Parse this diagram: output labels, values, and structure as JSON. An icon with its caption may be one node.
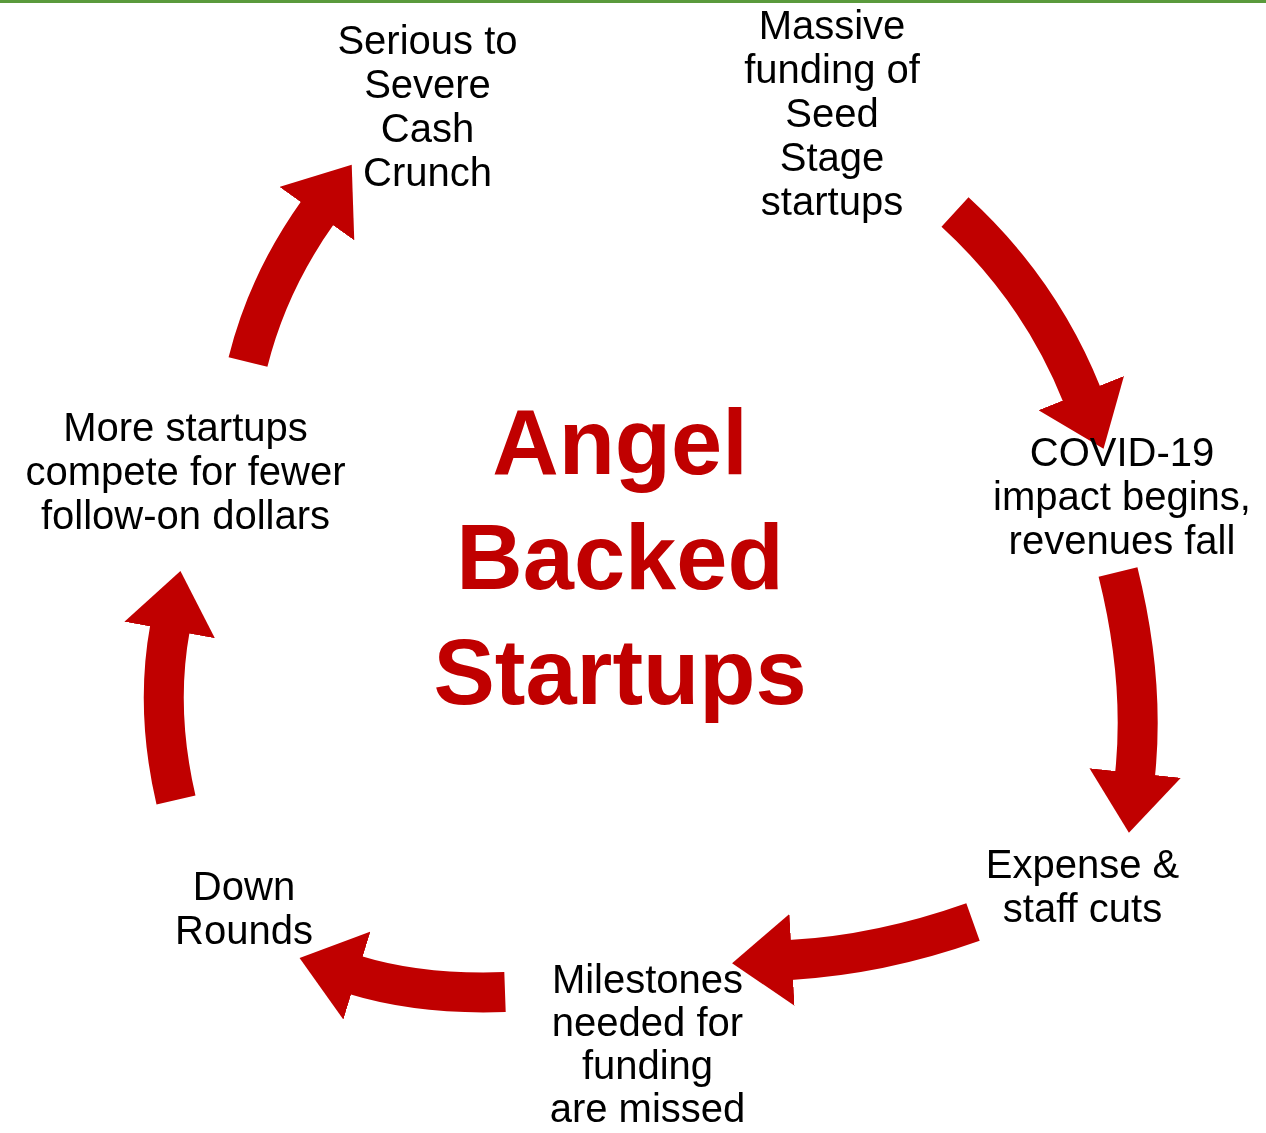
{
  "diagram": {
    "title": "Angel Backed Startups",
    "nodes": [
      {
        "text": [
          "Massive funding of Seed Stage startups"
        ]
      },
      {
        "text": [
          "COVID-19 impact begins, revenues fall"
        ]
      },
      {
        "text": [
          "Expense & staff cuts"
        ]
      },
      {
        "text": [
          "Milestones needed for funding are missed"
        ]
      },
      {
        "text": [
          "Down Rounds"
        ]
      },
      {
        "text": [
          "More startups compete for fewer follow-on dollars"
        ]
      },
      {
        "text": [
          "Serious to Severe Cash Crunch"
        ]
      }
    ],
    "edges": [
      {
        "from": 0,
        "to": 1,
        "arrow": "to"
      },
      {
        "from": 1,
        "to": 2,
        "arrow": "to"
      },
      {
        "from": 2,
        "to": 3,
        "arrow": "to"
      },
      {
        "from": 3,
        "to": 4,
        "arrow": "to"
      },
      {
        "from": 4,
        "to": 5,
        "arrow": "to"
      },
      {
        "from": 5,
        "to": 6,
        "arrow": "to"
      }
    ]
  }
}
